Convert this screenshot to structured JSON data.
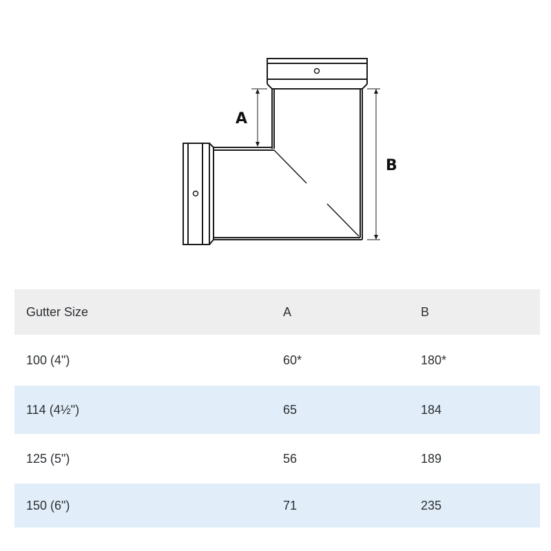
{
  "diagram": {
    "subject": "90-degree gutter angle fitting",
    "dimension_labels": {
      "a": "A",
      "b": "B"
    },
    "icons": [
      "angle-fitting-diagram"
    ]
  },
  "table": {
    "headers": [
      "Gutter Size",
      "A",
      "B"
    ],
    "rows": [
      {
        "size": "100 (4\")",
        "a": "60*",
        "b": "180*"
      },
      {
        "size": "114 (4½\")",
        "a": "65",
        "b": "184"
      },
      {
        "size": "125 (5\")",
        "a": "56",
        "b": "189"
      },
      {
        "size": "150 (6\")",
        "a": "71",
        "b": "235"
      }
    ]
  },
  "colors": {
    "header_bg": "#eeeeee",
    "stripe_bg": "#e1edf8",
    "text": "#2b2f33",
    "line": "#1a1a1a"
  }
}
